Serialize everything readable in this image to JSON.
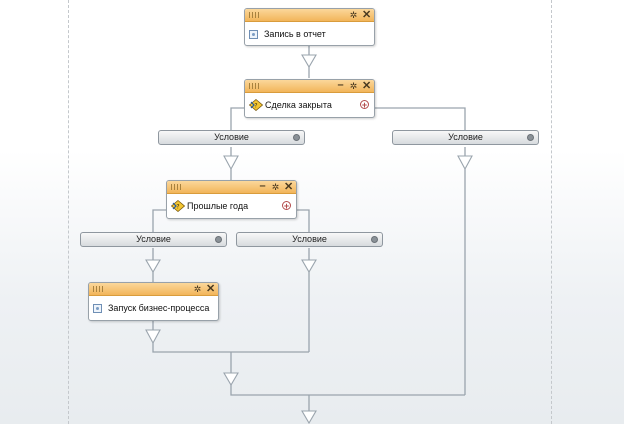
{
  "blocks": [
    {
      "title": "Запись в отчет",
      "type": "action"
    },
    {
      "title": "Сделка закрыта",
      "type": "condition"
    },
    {
      "title": "Прошлые года",
      "type": "condition"
    },
    {
      "title": "Запуск бизнес-процесса",
      "type": "action"
    }
  ],
  "conditions": [
    {
      "label": "Условие"
    },
    {
      "label": "Условие"
    },
    {
      "label": "Условие"
    },
    {
      "label": "Условие"
    }
  ],
  "icons": {
    "header": [
      "grip-icon",
      "minimize-icon",
      "gear-icon",
      "close-icon"
    ],
    "action": "activity-icon",
    "condition": "condition-icon",
    "add": "plus-icon"
  },
  "colors": {
    "header_top": "#fbd79b",
    "header_bottom": "#f2b55a",
    "connector": "#9aa4ad",
    "arrow_fill": "#ffffff"
  }
}
